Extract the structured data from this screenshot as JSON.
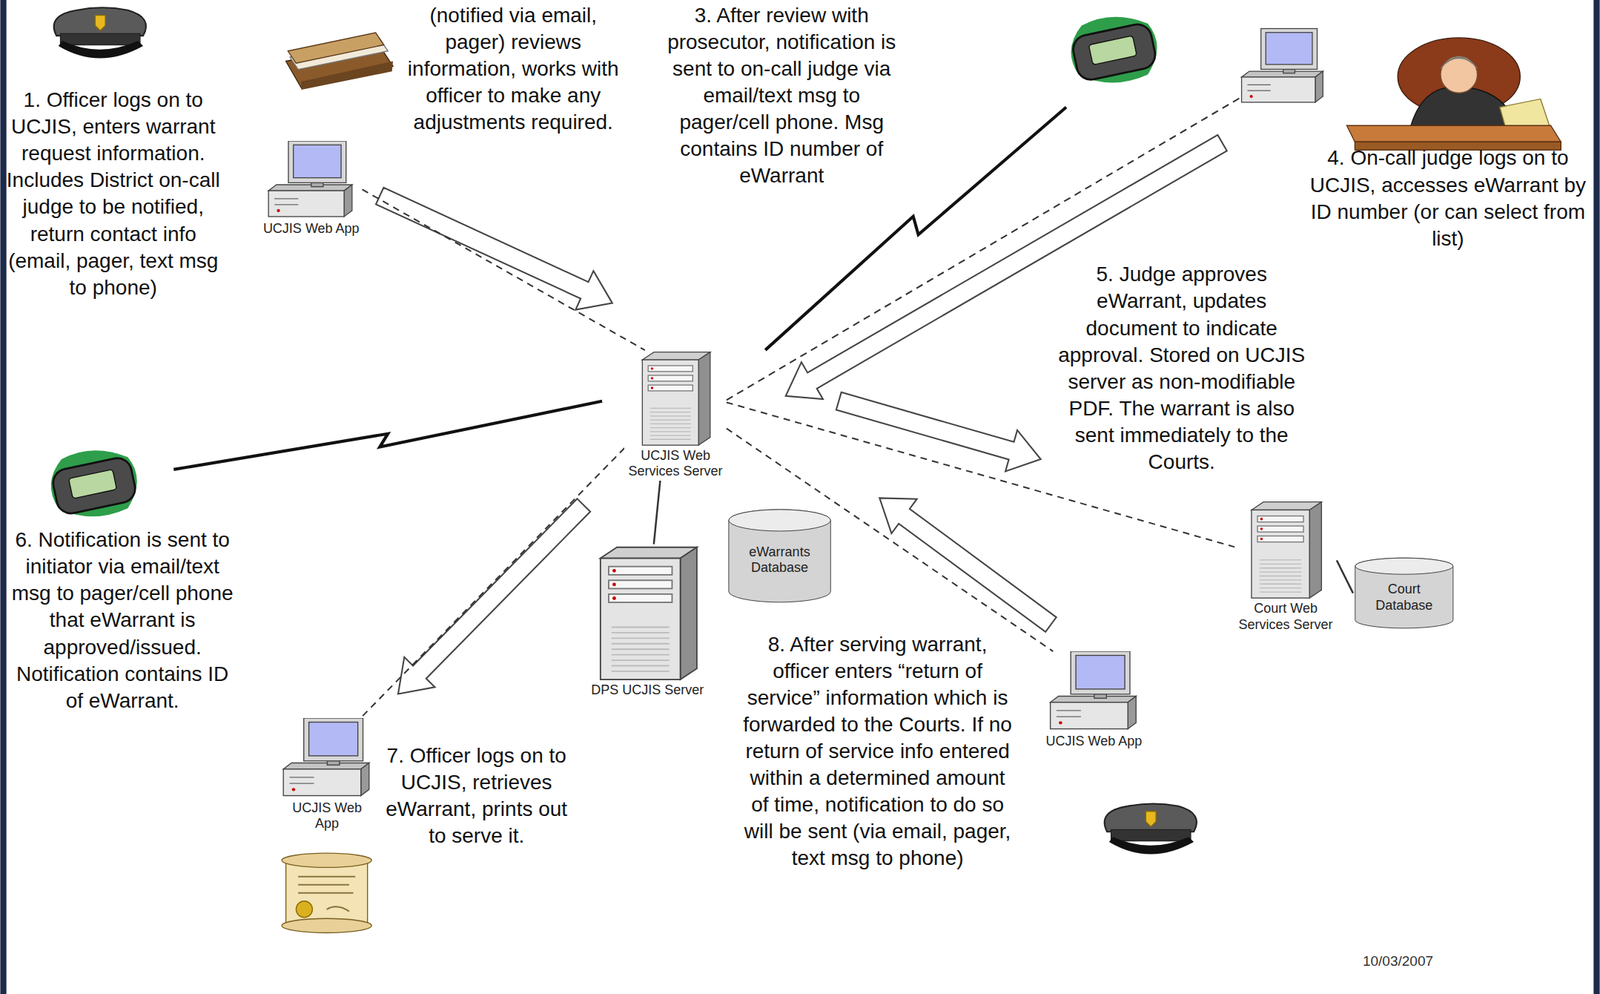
{
  "diagram": {
    "nodes": [
      {
        "text": [
          "UCJIS Web App"
        ]
      },
      {
        "text": [
          "UCJIS Web Services Server"
        ]
      },
      {
        "text": [
          "DPS UCJIS Server"
        ]
      },
      {
        "text": [
          "eWarrants Database"
        ]
      },
      {
        "text": [
          "Court Web Services Server"
        ]
      },
      {
        "text": [
          "Court Database"
        ]
      },
      {
        "text": [
          "UCJIS Web App"
        ]
      },
      {
        "text": [
          "UCJIS Web App"
        ]
      }
    ],
    "edges": [
      {
        "from": 0,
        "to": 1,
        "arrow": "none"
      },
      {
        "from": 1,
        "to": 2,
        "arrow": "none"
      },
      {
        "from": 1,
        "to": 4,
        "arrow": "none"
      },
      {
        "from": 1,
        "to": 6,
        "arrow": "none"
      },
      {
        "from": 1,
        "to": 7,
        "arrow": "none"
      },
      {
        "from": 4,
        "to": 5,
        "arrow": "none"
      }
    ],
    "labels": [
      "1. Officer logs on to UCJIS, enters warrant request information. Includes District on-call judge to be notified, return contact info (email, pager, text msg to phone)",
      "(notified via email, pager) reviews information, works with officer to make any adjustments required.",
      "3. After review with prosecutor, notification is sent to on-call judge via email/text msg to pager/cell phone. Msg contains ID number of eWarrant",
      "4. On-call judge logs on to UCJIS, accesses eWarrant by ID number (or can select from list)",
      "5. Judge approves eWarrant, updates document to indicate approval. Stored on UCJIS server as non-modifiable PDF. The warrant is also sent immediately to the Courts.",
      "6. Notification is sent to initiator via email/text msg to pager/cell phone that eWarrant is approved/issued. Notification contains ID of eWarrant.",
      "7. Officer logs on to UCJIS, retrieves eWarrant, prints out to serve it.",
      "8. After serving warrant, officer enters “return of service” information which is forwarded to the Courts. If no return of service info entered within a determined amount of time, notification to do so will be sent (via email, pager, text msg to phone)",
      "10/03/2007"
    ]
  }
}
